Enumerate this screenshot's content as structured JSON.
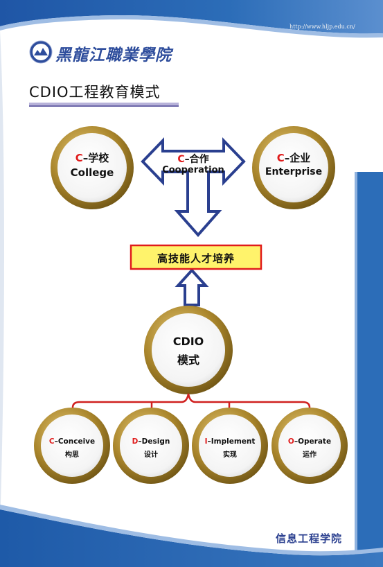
{
  "header": {
    "url": "http://www.hljp.edu.cn/",
    "school_name": "黑龍江職業學院",
    "page_title": "CDIO工程教育模式"
  },
  "top_circles": {
    "college": {
      "letter": "C",
      "sep": "–",
      "cn": "学校",
      "en": "College"
    },
    "enterprise": {
      "letter": "C",
      "sep": "–",
      "cn": "企业",
      "en": "Enterprise"
    }
  },
  "arrow": {
    "letter": "C",
    "sep": "–",
    "cn": "合作",
    "en": "Cooperation"
  },
  "goal_box": {
    "label": "高技能人才培养"
  },
  "center": {
    "line1": "CDIO",
    "line2": "模式"
  },
  "bottom_circles": [
    {
      "letter": "C",
      "rest": "–Conceive",
      "cn": "构思"
    },
    {
      "letter": "D",
      "rest": "–Design",
      "cn": "设计"
    },
    {
      "letter": "I",
      "rest": "–Implement",
      "cn": "实现"
    },
    {
      "letter": "O",
      "rest": "–Operate",
      "cn": "运作"
    }
  ],
  "footer": {
    "department": "信息工程学院"
  },
  "colors": {
    "blue": "#2e5fa3",
    "gold": "#a9852b",
    "red": "#e01b1b",
    "yellow": "#fff36b"
  }
}
